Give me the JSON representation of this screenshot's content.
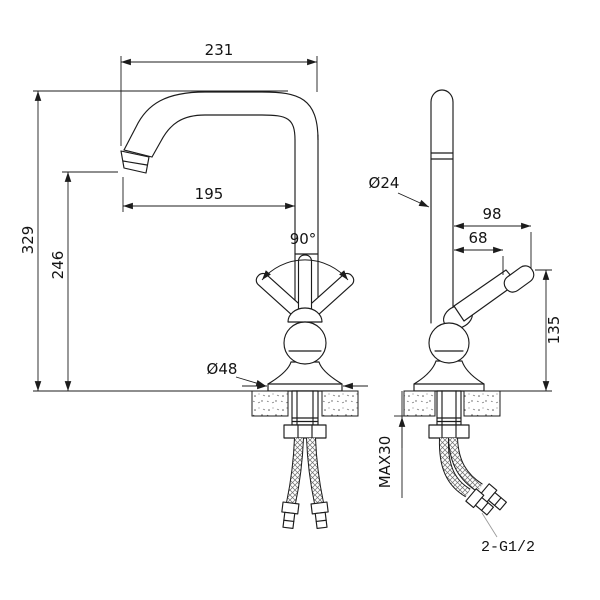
{
  "drawing": {
    "colors": {
      "line": "#1c1c1c",
      "text": "#141414",
      "muted_label": "#9a9a9a",
      "background": "#ffffff"
    },
    "front_view": {
      "spout_width": "231",
      "spout_reach": "195",
      "total_height": "329",
      "outlet_height": "246",
      "handle_swivel_angle": "90°",
      "base_diameter": "Ø48"
    },
    "side_view": {
      "body_diameter": "Ø24",
      "handle_reach": "98",
      "handle_reach_inner": "68",
      "handle_height": "135",
      "max_mounting_thickness": "MAX30",
      "connection_thread": "2-G1/2"
    }
  }
}
